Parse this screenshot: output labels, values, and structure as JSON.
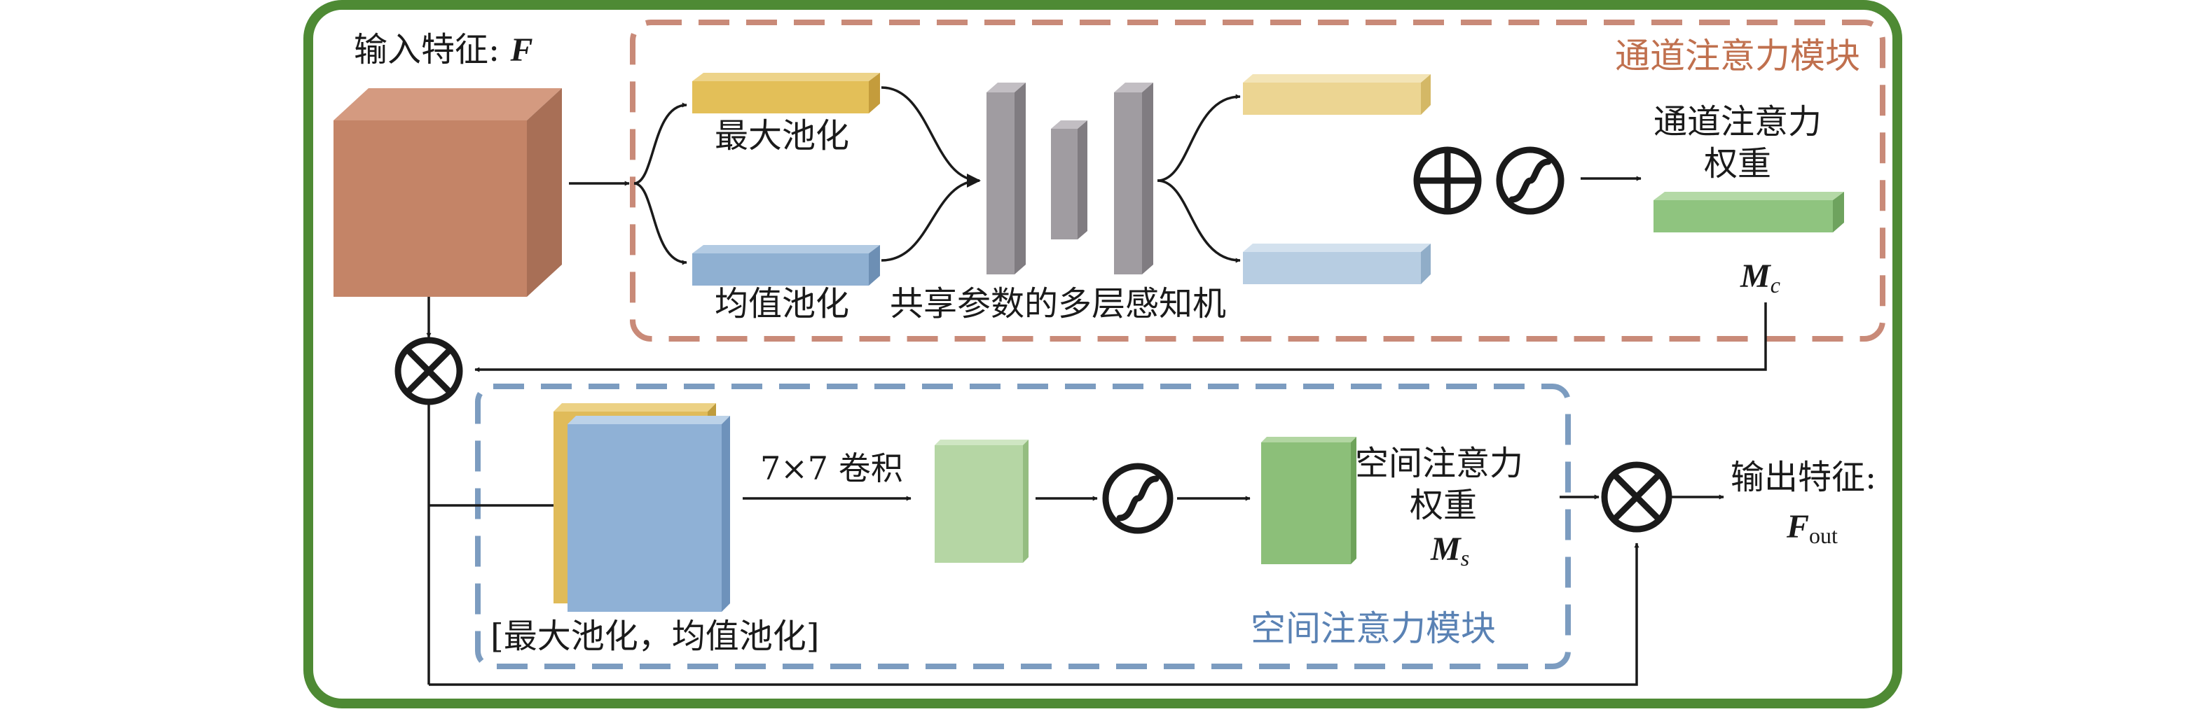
{
  "colors": {
    "outer_border": "#4e8a34",
    "channel_dash": "#c98a78",
    "spatial_dash": "#7c9cc0",
    "channel_title": "#c0704e",
    "spatial_title": "#5a82b4",
    "cube_front": "#c48467",
    "cube_top": "#d49a80",
    "cube_side": "#a86f56",
    "pool_max": "#e3bf58",
    "pool_avg": "#8fb0d2",
    "mlp_bar": "#a09ca1",
    "out_bar_light": "#ecd592",
    "out_bar_blue": "#b7cde2",
    "weight_green": "#8fc47f",
    "conv_light_green": "#b5d6a4",
    "spatial_green": "#8cbf79",
    "stack_blue": "#8fb1d6",
    "stack_yellow": "#e0bb59",
    "line": "#1a1a1a"
  },
  "labels": {
    "input_feature": "输入特征: ",
    "input_symbol": "F",
    "channel_module": "通道注意力模块",
    "max_pool": "最大池化",
    "avg_pool": "均值池化",
    "shared_mlp": "共享参数的多层感知机",
    "channel_weight_1": "通道注意力",
    "channel_weight_2": "权重",
    "mc_main": "M",
    "mc_sub": "c",
    "conv": "7×7 卷积",
    "spatial_weight_1": "空间注意力",
    "spatial_weight_2": "权重",
    "ms_main": "M",
    "ms_sub": "s",
    "pool_concat": "[最大池化，均值池化]",
    "spatial_module": "空间注意力模块",
    "output_feature": "输出特征:",
    "fout_main": "F",
    "fout_sub": "out"
  },
  "icons": {
    "add": "circle-plus-icon",
    "multiply": "circle-times-icon",
    "sigmoid": "sigmoid-icon"
  }
}
